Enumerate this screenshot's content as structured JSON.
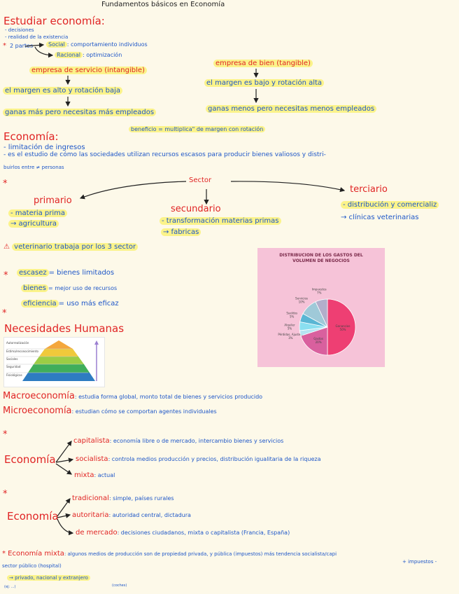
{
  "title": "Fundamentos básicos en Economía",
  "estudiar": {
    "heading": "Estudiar economía:",
    "items": [
      "- decisiones",
      "- realidad de la existencia"
    ],
    "star": "*",
    "partes": "2 partes",
    "social_label": "Social",
    "social_text": ": comportamiento individuos",
    "racional_label": "Racional",
    "racional_text": ": optimización"
  },
  "servicio": {
    "title": "empresa de servicio (intangible)",
    "margen": "el margen es alto y rotación baja",
    "ganas": "ganas más pero necesitas más empleados"
  },
  "bien": {
    "title": "empresa de bien (tangible)",
    "margen": "el margen es bajo y rotación alta",
    "ganas": "ganas menos pero necesitas menos empleados"
  },
  "beneficio": "beneficio = multiplica\" de margen con rotación",
  "economia_def": {
    "heading": "Economía:",
    "line1": "- limitación de ingresos",
    "line2": "- es el estudio de cómo las sociedades utilizan recursos escasos para producir bienes valiosos y distri-",
    "line3": "buirlos entre ≠ personas"
  },
  "sectores": {
    "star": "*",
    "center": "Sector",
    "primario": {
      "label": "primario",
      "items": [
        "- materia prima",
        "→ agricultura"
      ]
    },
    "secundario": {
      "label": "secundario",
      "items": [
        "- transformación materias primas",
        "→ fabricas"
      ]
    },
    "terciario": {
      "label": "terciario",
      "items": [
        "- distribución y comercializ",
        "→ clínicas veterinarias"
      ]
    },
    "warning_icon": "warning-triangle",
    "warning_text": "veterinario trabaja por los 3 sector"
  },
  "conceptos": {
    "star": "*",
    "escasez_label": "escasez",
    "escasez_text": "= bienes limitados",
    "bienes_label": "bienes",
    "bienes_text": "= mejor uso de recursos",
    "eficiencia_label": "eficiencia",
    "eficiencia_text": "= uso más eficaz"
  },
  "chart_data": {
    "type": "pie",
    "title": "DISTRIBUCION DE LOS GASTOS DEL VOLUMEN DE NEGOCIOS",
    "slices": [
      {
        "label": "Ganancias",
        "pct_label": "50%",
        "value": 50,
        "color": "#ee3f73"
      },
      {
        "label": "Gastos",
        "pct_label": "20%",
        "value": 20,
        "color": "#d9609e"
      },
      {
        "label": "Pérdidas, Ajuste...",
        "pct_label": "3%",
        "value": 3,
        "color": "#b6e4f2"
      },
      {
        "label": "Alquiler",
        "pct_label": "5%",
        "value": 5,
        "color": "#8adff0"
      },
      {
        "label": "Sueldos",
        "pct_label": "5%",
        "value": 5,
        "color": "#5ab6d4"
      },
      {
        "label": "Servicios",
        "pct_label": "10%",
        "value": 10,
        "color": "#9fc9d8"
      },
      {
        "label": "Impuestos",
        "pct_label": "7%",
        "value": 7,
        "color": "#b2aecb"
      }
    ]
  },
  "necesidades": {
    "star": "*",
    "heading": "Necesidades Humanas",
    "pyramid": [
      "Autorrealización",
      "Estima/reconocimiento",
      "Sociales",
      "Seguridad",
      "Fisiológicas"
    ],
    "pyramid_colors": [
      "#f4a73d",
      "#f0c93b",
      "#9ccd45",
      "#3fae5b",
      "#2e7cc1"
    ]
  },
  "macro": {
    "label": "Macroeconomía",
    "text": ": estudia forma global, monto total de bienes y servicios producido"
  },
  "micro": {
    "label": "Microeconomía",
    "text": ": estudian cómo se comportan agentes individuales"
  },
  "sistemas1": {
    "star": "*",
    "label": "Economía",
    "items": [
      {
        "label": "capitalista",
        "text": ": economía libre o de mercado, intercambio bienes y servicios"
      },
      {
        "label": "socialista",
        "text": ": controla medios producción y precios, distribución igualitaria de la riqueza"
      },
      {
        "label": "mixta",
        "text": ": actual"
      }
    ]
  },
  "sistemas2": {
    "star": "*",
    "label": "Economía",
    "items": [
      {
        "label": "tradicional",
        "text": ": simple, países rurales"
      },
      {
        "label": "autoritaria",
        "text": ": autoridad central, dictadura"
      },
      {
        "label": "de mercado",
        "text": ": decisiones ciudadanos, mixta o capitalista (Francia, España)"
      }
    ]
  },
  "mixta": {
    "line1_label": "* Economía mixta",
    "line1_text": ": algunos medios de producción son de propiedad privada, y pública (impuestos) más tendencia socialista/capi",
    "line2": "sector público (hospital)",
    "line2_right": "+ impuestos  -",
    "line3": "→ privado, nacional y extranjero",
    "line4_left": "(ej: ...)",
    "line4_right": "(coches)"
  }
}
